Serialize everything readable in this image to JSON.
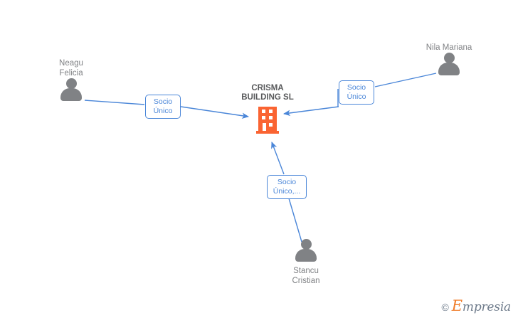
{
  "diagram": {
    "type": "ownership-network",
    "background": "#ffffff",
    "edge_color": "#4a86d8",
    "company_color": "#fa6432",
    "person_color": "#808285",
    "company": {
      "name": "CRISMA\nBUILDING SL",
      "icon": "building-icon"
    },
    "persons": [
      {
        "id": "neagu-felicia",
        "name": "Neagu\nFelicia",
        "icon": "person-icon"
      },
      {
        "id": "nila-mariana",
        "name": "Nila Mariana",
        "icon": "person-icon"
      },
      {
        "id": "stancu-cristian",
        "name": "Stancu\nCristian",
        "icon": "person-icon"
      }
    ],
    "relations": [
      {
        "id": "rel-neagu",
        "from": "neagu-felicia",
        "to": "company",
        "label": "Socio\nÚnico"
      },
      {
        "id": "rel-nila",
        "from": "nila-mariana",
        "to": "company",
        "label": "Socio\nÚnico"
      },
      {
        "id": "rel-stancu",
        "from": "stancu-cristian",
        "to": "company",
        "label": "Socio\nÚnico,..."
      }
    ]
  },
  "watermark": {
    "copyright": "©",
    "brand_initial": "E",
    "brand_rest": "mpresia"
  }
}
